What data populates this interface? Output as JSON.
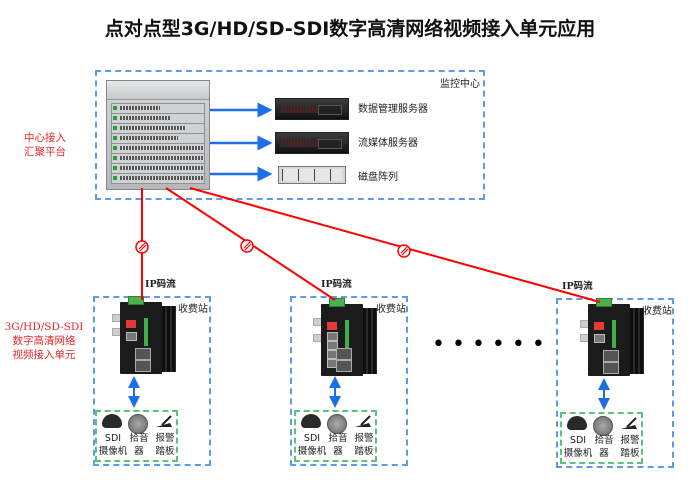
{
  "title": "点对点型3G/HD/SD-SDI数字高清网络视频接入单元应用",
  "monitoring_center": {
    "label": "监控中心",
    "servers": [
      {
        "label": "数据管理服务器",
        "type": "server"
      },
      {
        "label": "流媒体服务器",
        "type": "server"
      },
      {
        "label": "磁盘阵列",
        "type": "disk-array"
      }
    ]
  },
  "side_labels": {
    "hub": [
      "中心接入",
      "汇聚平台"
    ],
    "unit": [
      "3G/HD/SD-SDI",
      "数字高清网络",
      "视频接入单元"
    ]
  },
  "links": {
    "stream_label": "IP码流",
    "break_symbol": "network-break-icon"
  },
  "stations": [
    {
      "label": "收费站",
      "ports": 2
    },
    {
      "label": "收费站",
      "ports": 4
    },
    {
      "label": "收费站",
      "ports": 2
    }
  ],
  "ellipsis": "••••••",
  "peripherals": [
    {
      "line1": "SDI",
      "line2": "摄像机",
      "icon": "camera-icon"
    },
    {
      "line1": "拾音",
      "line2": "器",
      "icon": "microphone-icon"
    },
    {
      "line1": "报警",
      "line2": "踏板",
      "icon": "alarm-pedal-icon"
    }
  ],
  "colors": {
    "link": "#ff0000",
    "arrow": "#1e6ee8",
    "box_blue": "#5b9bec",
    "box_green": "#5cc47a",
    "label_red": "#e8262b"
  }
}
